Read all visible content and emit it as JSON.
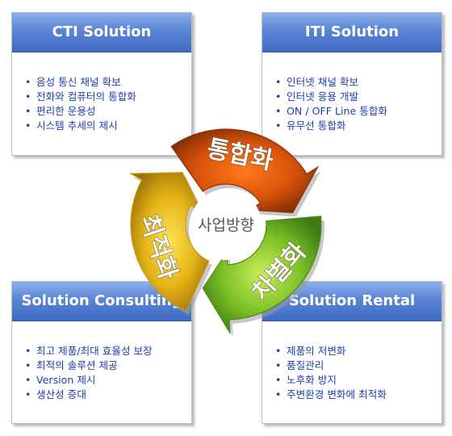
{
  "quadrants": {
    "cti": {
      "title": "CTI Solution",
      "items": [
        "음성 통신 채널 확보",
        "전화와 컴퓨터의 통합화",
        "편리한 운용성",
        "시스템 추세의 제시"
      ]
    },
    "iti": {
      "title": "ITI Solution",
      "items": [
        "인터넷 채널 확보",
        "인터넷 응용 개발",
        "ON / OFF Line 통합화",
        "유무선 통합화"
      ]
    },
    "consulting": {
      "title": "Solution Consulting",
      "items": [
        "최고 제품/최대 효율성 보장",
        "최적의 솔루션 제공",
        "Version 제시",
        "생산성 증대"
      ]
    },
    "rental": {
      "title": "Solution Rental",
      "items": [
        "제품의 저변화",
        "품질관리",
        "노후화 방지",
        "주변환경 변화에 최적화"
      ]
    }
  },
  "cycle": {
    "center": "사업방향",
    "arrows": [
      {
        "label": "통합화",
        "color": "#8a3208"
      },
      {
        "label": "차별화",
        "color": "#4f8a1a"
      },
      {
        "label": "최적화",
        "color": "#c89a12"
      }
    ]
  }
}
